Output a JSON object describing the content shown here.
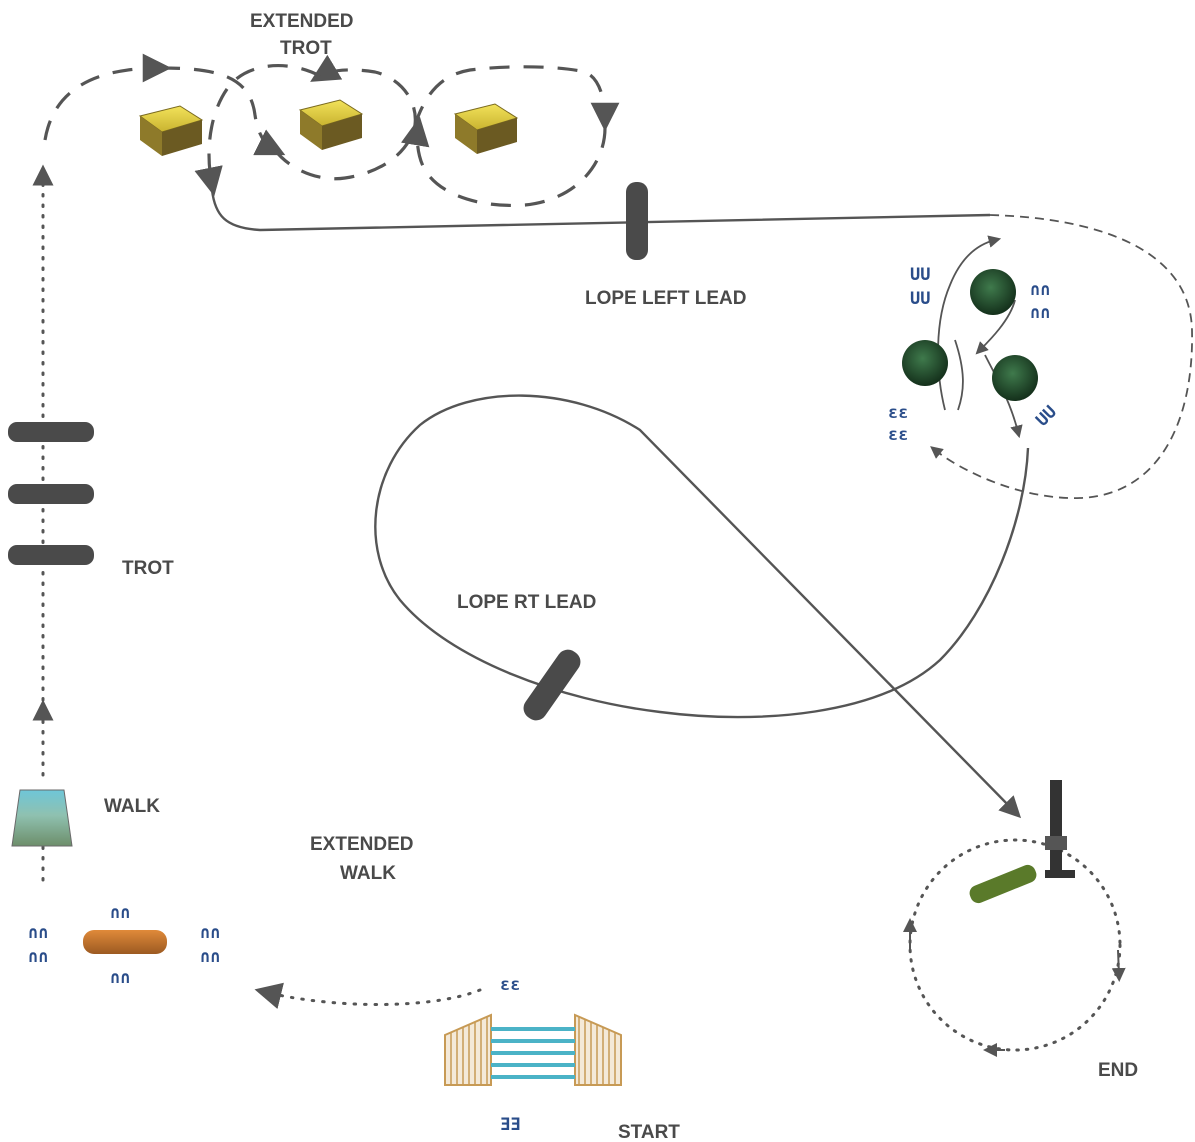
{
  "labels": {
    "extended_trot_1": "EXTENDED",
    "extended_trot_2": "TROT",
    "lope_left_lead": "LOPE LEFT LEAD",
    "trot": "TROT",
    "lope_rt_lead": "LOPE RT LEAD",
    "walk": "WALK",
    "extended_walk_1": "EXTENDED",
    "extended_walk_2": "WALK",
    "start": "START",
    "end": "END"
  },
  "hoofprints": {
    "down": "∩∩",
    "up": "UU",
    "right": "ԑԑ",
    "left": "ƎƎ"
  },
  "obstacles": {
    "hay_bale": "hay-bale-icon",
    "pole": "pole-icon",
    "shrub": "shrub-icon",
    "bridge": "bridge-icon",
    "mailbox": "mailbox-icon",
    "water_box": "water-box-icon",
    "log": "log-icon"
  },
  "colors": {
    "hay": "#e9d64a",
    "pole": "#4a4a4a",
    "shrub": "#1f4a2a",
    "hoof": "#2a4d8a",
    "bridge_rails": "#4bb3c7",
    "bridge_frame": "#c79a55"
  }
}
